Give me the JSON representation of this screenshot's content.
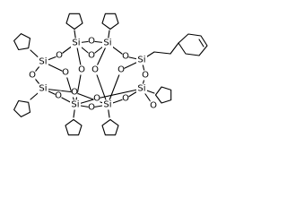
{
  "molecule": {
    "atom_labels": {
      "silicon": "Si",
      "oxygen": "O"
    },
    "substituents": {
      "ring_substituent": "cyclopentyl",
      "alkyl_chain_substituent": "2-(cyclohex-3-enyl)ethyl"
    }
  }
}
